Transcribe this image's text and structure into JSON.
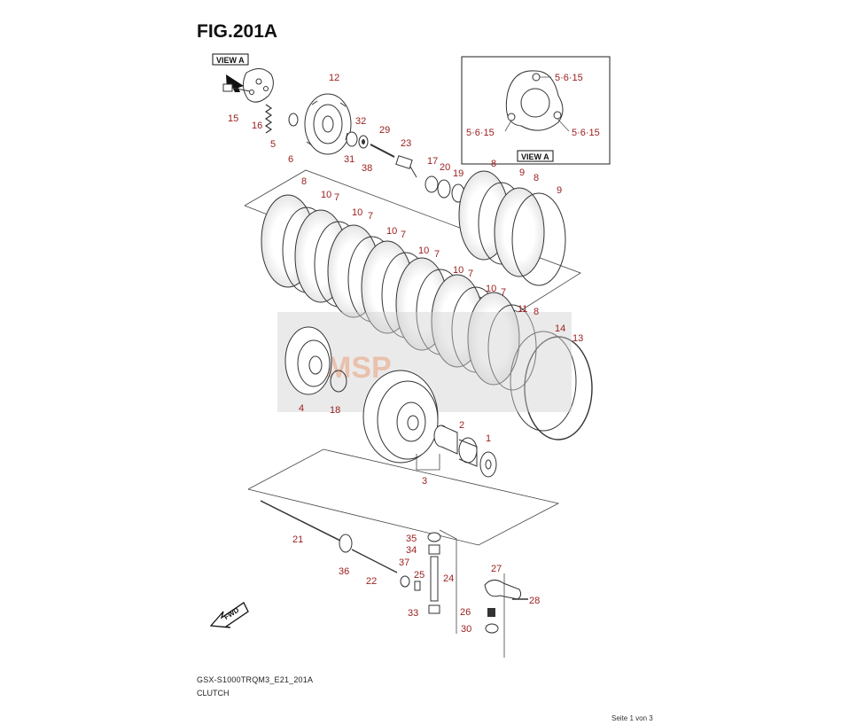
{
  "figure": {
    "title": "FIG.201A",
    "model_code": "GSX-S1000TRQM3_E21_201A",
    "assembly_name": "CLUTCH",
    "page_label": "Seite 1 von 3"
  },
  "view_a": {
    "marker_label": "VIEW A",
    "inset_label": "VIEW A",
    "bolt_callouts": [
      "5·6·15",
      "5·6·15",
      "5·6·15"
    ]
  },
  "watermark": {
    "text": "MSP"
  },
  "fwd_label": "FWD",
  "callouts": [
    {
      "id": "c12",
      "text": "12"
    },
    {
      "id": "c15",
      "text": "15"
    },
    {
      "id": "c16",
      "text": "16"
    },
    {
      "id": "c5",
      "text": "5"
    },
    {
      "id": "c6",
      "text": "6"
    },
    {
      "id": "c32",
      "text": "32"
    },
    {
      "id": "c31",
      "text": "31"
    },
    {
      "id": "c38",
      "text": "38"
    },
    {
      "id": "c29",
      "text": "29"
    },
    {
      "id": "c23",
      "text": "23"
    },
    {
      "id": "c17",
      "text": "17"
    },
    {
      "id": "c20",
      "text": "20"
    },
    {
      "id": "c19",
      "text": "19"
    },
    {
      "id": "c8a",
      "text": "8"
    },
    {
      "id": "c9a",
      "text": "9"
    },
    {
      "id": "c8b",
      "text": "8"
    },
    {
      "id": "c9b",
      "text": "9"
    },
    {
      "id": "c8c",
      "text": "8"
    },
    {
      "id": "c10a",
      "text": "10"
    },
    {
      "id": "c7a",
      "text": "7"
    },
    {
      "id": "c10b",
      "text": "10"
    },
    {
      "id": "c7b",
      "text": "7"
    },
    {
      "id": "c10c",
      "text": "10"
    },
    {
      "id": "c7c",
      "text": "7"
    },
    {
      "id": "c10d",
      "text": "10"
    },
    {
      "id": "c7d",
      "text": "7"
    },
    {
      "id": "c10e",
      "text": "10"
    },
    {
      "id": "c7e",
      "text": "7"
    },
    {
      "id": "c10f",
      "text": "10"
    },
    {
      "id": "c7f",
      "text": "7"
    },
    {
      "id": "c11",
      "text": "11"
    },
    {
      "id": "c8d",
      "text": "8"
    },
    {
      "id": "c14",
      "text": "14"
    },
    {
      "id": "c13",
      "text": "13"
    },
    {
      "id": "c4",
      "text": "4"
    },
    {
      "id": "c18",
      "text": "18"
    },
    {
      "id": "c2",
      "text": "2"
    },
    {
      "id": "c1",
      "text": "1"
    },
    {
      "id": "c3",
      "text": "3"
    },
    {
      "id": "c21",
      "text": "21"
    },
    {
      "id": "c35",
      "text": "35"
    },
    {
      "id": "c34",
      "text": "34"
    },
    {
      "id": "c36",
      "text": "36"
    },
    {
      "id": "c37",
      "text": "37"
    },
    {
      "id": "c25",
      "text": "25"
    },
    {
      "id": "c24",
      "text": "24"
    },
    {
      "id": "c22",
      "text": "22"
    },
    {
      "id": "c27",
      "text": "27"
    },
    {
      "id": "c28",
      "text": "28"
    },
    {
      "id": "c26",
      "text": "26"
    },
    {
      "id": "c33",
      "text": "33"
    },
    {
      "id": "c30",
      "text": "30"
    }
  ],
  "colors": {
    "callout_text": "#9b2020",
    "line_art": "#333333",
    "watermark": "#e9a07a",
    "watermark_band": "#d0d0d0"
  }
}
